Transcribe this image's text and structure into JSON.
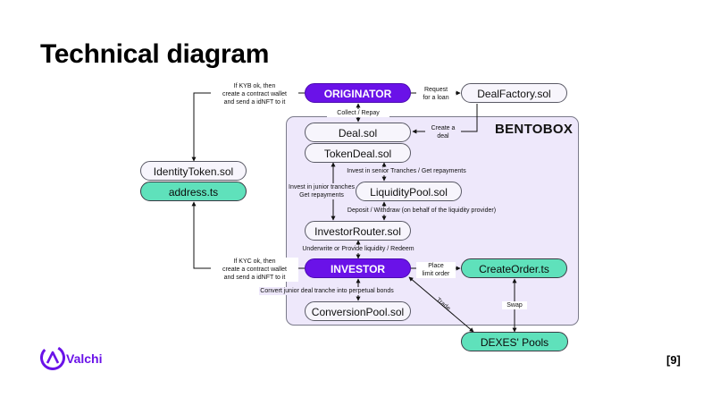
{
  "slide": {
    "title": "Technical diagram",
    "page_number": "[9]",
    "logo_text": "Valchi"
  },
  "colors": {
    "purple": "#6a12e8",
    "green": "#5fe1bb",
    "container": "#eee8fb"
  },
  "container": {
    "label": "BENTOBOX"
  },
  "nodes": {
    "originator": "ORIGINATOR",
    "deal_factory": "DealFactory.sol",
    "deal": "Deal.sol",
    "token_deal": "TokenDeal.sol",
    "liquidity_pool": "LiquidityPool.sol",
    "investor_router": "InvestorRouter.sol",
    "investor": "INVESTOR",
    "create_order": "CreateOrder.ts",
    "conversion_pool": "ConversionPool.sol",
    "dexes_pools": "DEXES' Pools",
    "identity_token": "IdentityToken.sol",
    "address": "address.ts"
  },
  "edge_labels": {
    "kyb_line1": "If KYB ok, then",
    "kyb_line2": "create a contract wallet",
    "kyb_line3": "and send a idNFT to it",
    "kyc_line1": "If KYC ok, then",
    "kyc_line2": "create a contract wallet",
    "kyc_line3": "and send a idNFT to it",
    "request_line1": "Request",
    "request_line2": "for a loan",
    "collect_repay": "Collect / Repay",
    "create_deal_line1": "Create a",
    "create_deal_line2": "deal",
    "invest_senior": "Invest in senior Tranches / Get repayments",
    "invest_junior_line1": "Invest in junior tranches",
    "invest_junior_line2": "Get repayments",
    "deposit_withdraw": "Deposit / Withdraw (on behalf of the liquidity provider)",
    "underwrite": "Underwrite or Provide liquidity / Redeem",
    "place_line1": "Place",
    "place_line2": "limit order",
    "convert": "Convert junior deal tranche into perpetual bonds",
    "trade": "Trade",
    "swap": "Swap"
  }
}
